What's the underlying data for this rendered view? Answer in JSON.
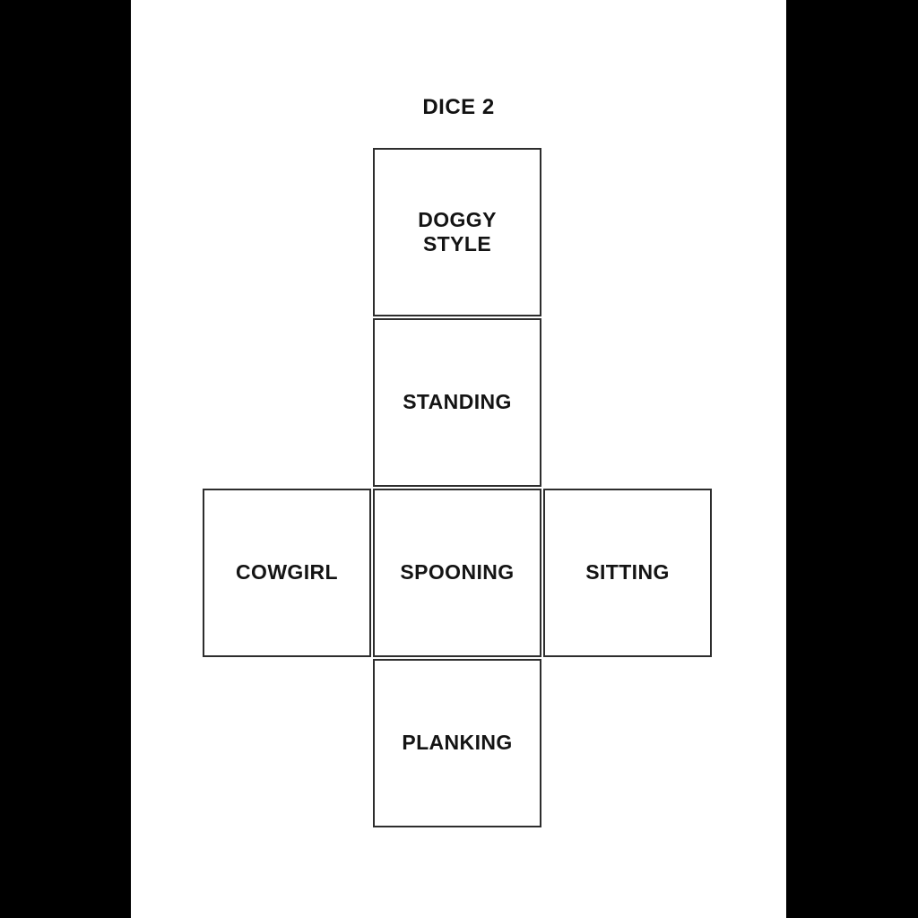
{
  "colors": {
    "letterbox": "#000000",
    "page_background": "#ffffff",
    "line_color": "#2d2d2d",
    "text_color": "#141414"
  },
  "page": {
    "title": "DICE 2"
  },
  "dice_net": {
    "faces": [
      {
        "id": "doggy-style",
        "label": "DOGGY\nSTYLE",
        "position": "column-top"
      },
      {
        "id": "standing",
        "label": "STANDING",
        "position": "column-second"
      },
      {
        "id": "cowgirl",
        "label": "COWGIRL",
        "position": "row-left"
      },
      {
        "id": "spooning",
        "label": "SPOONING",
        "position": "center"
      },
      {
        "id": "sitting",
        "label": "SITTING",
        "position": "row-right"
      },
      {
        "id": "planking",
        "label": "PLANKING",
        "position": "column-bottom"
      }
    ]
  }
}
